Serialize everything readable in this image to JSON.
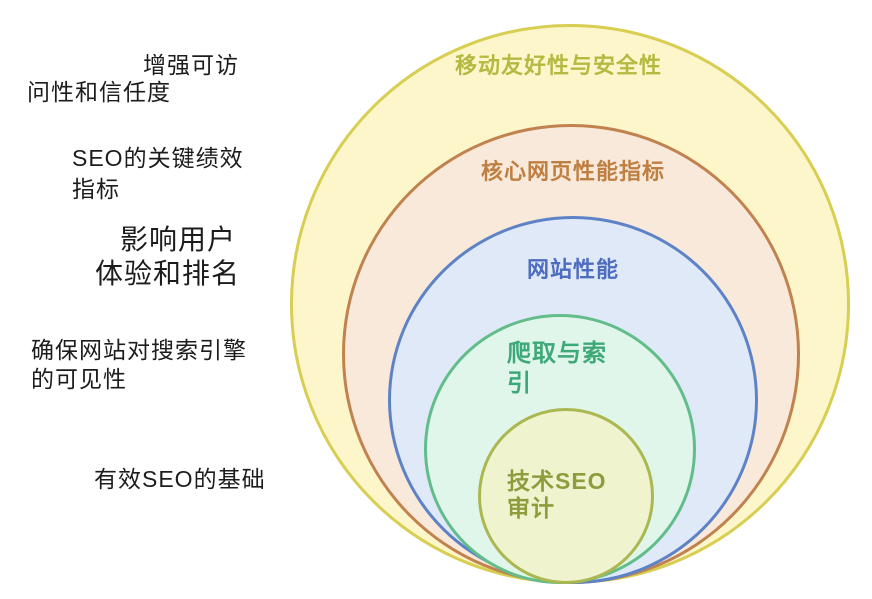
{
  "diagram": {
    "type": "nested-circles",
    "rings": [
      {
        "label": "移动友好性与安全性",
        "fill": "#fdf6cb",
        "border": "#d7ce52",
        "text_color": "#b3ba41"
      },
      {
        "label": "核心网页性能指标",
        "fill": "#f9e9da",
        "border": "#c08350",
        "text_color": "#bf7f42"
      },
      {
        "label": "网站性能",
        "fill": "#dfe9f8",
        "border": "#5d83c6",
        "text_color": "#4e6dbe"
      },
      {
        "label": "爬取与索引",
        "lines": [
          "爬取与索",
          "引"
        ],
        "fill": "#e1f6ea",
        "border": "#62bd8b",
        "text_color": "#3da878"
      },
      {
        "label": "技术SEO审计",
        "lines": [
          "技术SEO",
          "审计"
        ],
        "fill": "#eff4cf",
        "border": "#abb751",
        "text_color": "#8f9c3d"
      }
    ],
    "side_labels": [
      {
        "text": "增强可访问性和信任度",
        "lines": [
          "增强可访",
          "问性和信任度"
        ]
      },
      {
        "text": "SEO的关键绩效指标",
        "lines": [
          "SEO的关键绩效",
          "指标"
        ]
      },
      {
        "text": "影响用户体验和排名",
        "lines": [
          "影响用户",
          "体验和排名"
        ]
      },
      {
        "text": "确保网站对搜索引擎的可见性",
        "lines": [
          "确保网站对搜索引擎",
          "的可见性"
        ]
      },
      {
        "text": "有效SEO的基础",
        "lines": [
          "有效SEO的基础"
        ]
      }
    ],
    "colors": {
      "background": "#ffffff",
      "side_text": "#1c1c1c"
    }
  }
}
